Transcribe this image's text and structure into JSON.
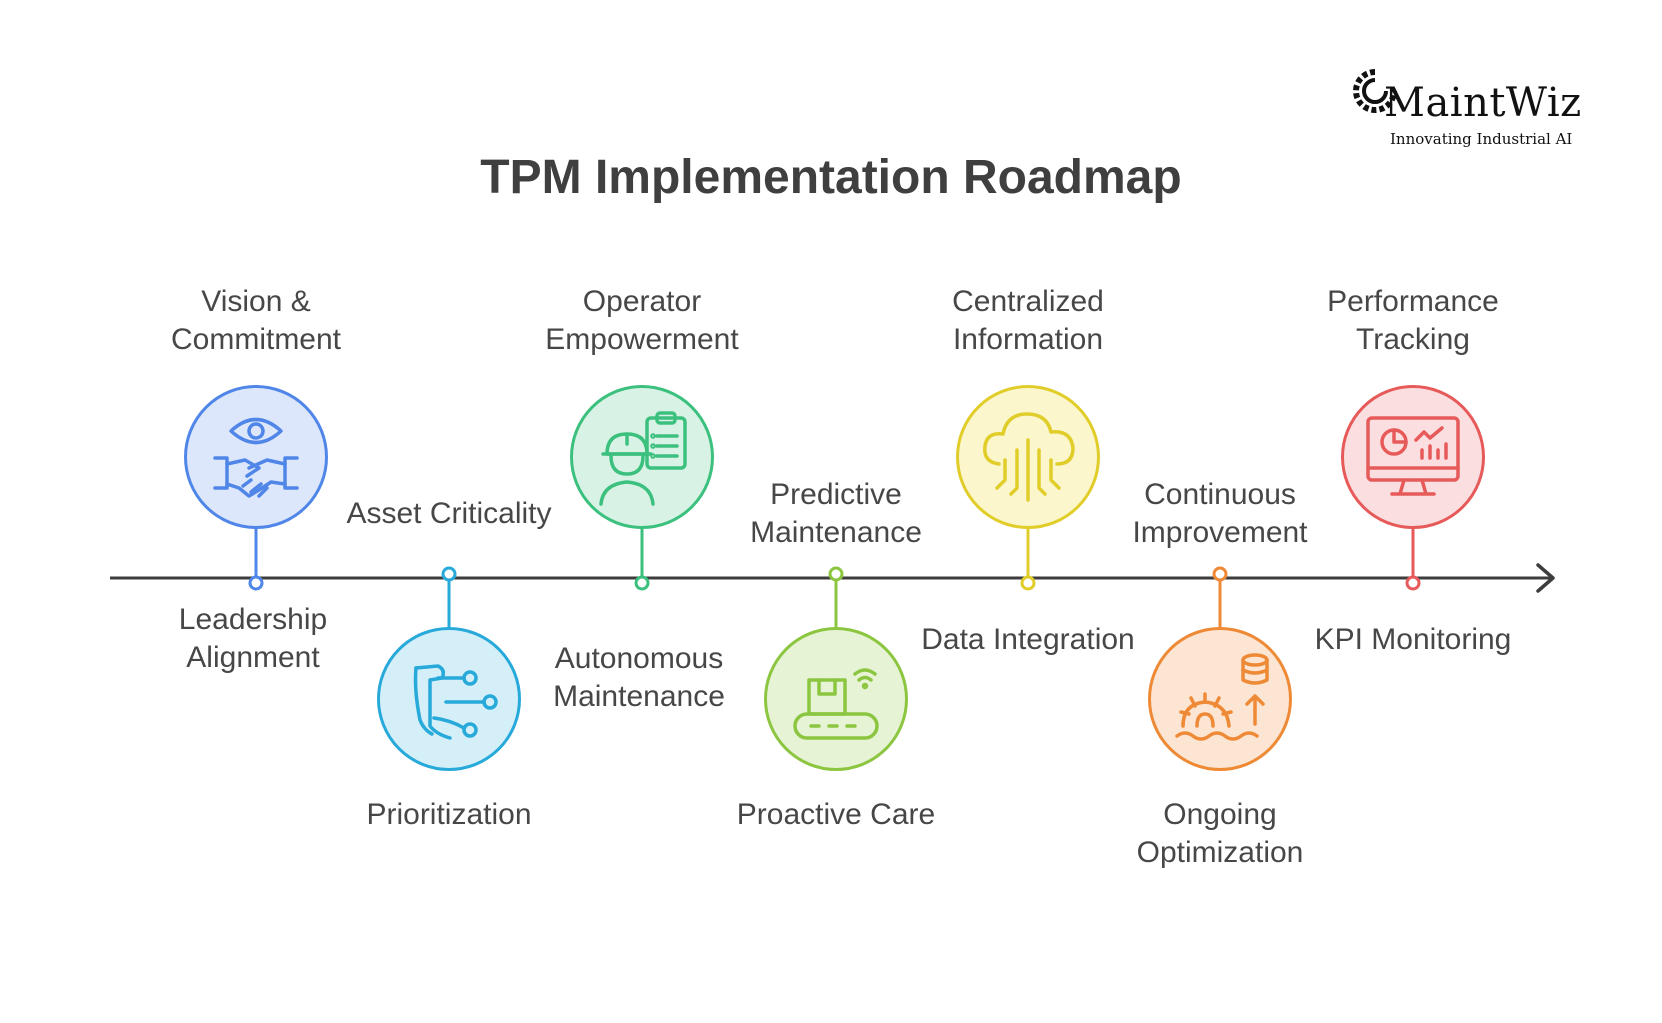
{
  "title": "TPM Implementation Roadmap",
  "logo": {
    "name": "MaintWiz",
    "tagline": "Innovating Industrial AI",
    "icon": "gear-icon"
  },
  "stages": [
    {
      "id": "vision",
      "top_label": "Vision & Commitment",
      "bottom_label": "Leadership Alignment",
      "icon": "handshake-eye-icon",
      "color": "#4f86e8",
      "fill": "#dde7fb"
    },
    {
      "id": "asset",
      "top_label": "Asset Criticality",
      "bottom_label": "Prioritization",
      "icon": "branching-process-icon",
      "color": "#27a9da",
      "fill": "#d5eff9"
    },
    {
      "id": "operator",
      "top_label": "Operator Empowerment",
      "bottom_label": "Autonomous Maintenance",
      "icon": "worker-checklist-icon",
      "color": "#3cc07e",
      "fill": "#d8f3e5"
    },
    {
      "id": "predictive",
      "top_label": "Predictive Maintenance",
      "bottom_label": "Proactive Care",
      "icon": "conveyor-wireless-icon",
      "color": "#8cc640",
      "fill": "#e6f4d5"
    },
    {
      "id": "centralized",
      "top_label": "Centralized Information",
      "bottom_label": "Data Integration",
      "icon": "cloud-circuit-icon",
      "color": "#e0cd2a",
      "fill": "#fbf6cc"
    },
    {
      "id": "continuous",
      "top_label": "Continuous Improvement",
      "bottom_label": "Ongoing Optimization",
      "icon": "gear-database-icon",
      "color": "#ee8a36",
      "fill": "#fce5d2"
    },
    {
      "id": "performance",
      "top_label": "Performance Tracking",
      "bottom_label": "KPI Monitoring",
      "icon": "dashboard-monitor-icon",
      "color": "#e75a5a",
      "fill": "#fbdfe0"
    }
  ]
}
